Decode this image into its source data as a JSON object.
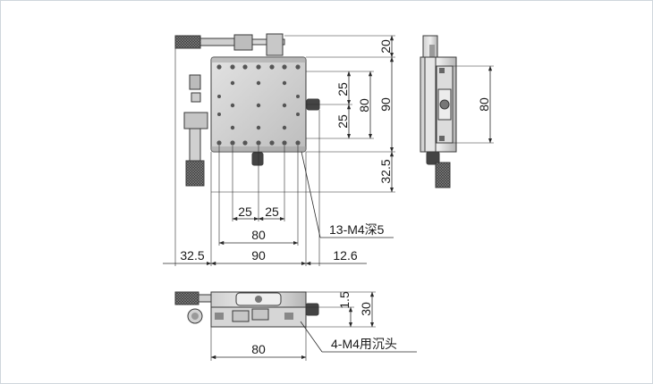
{
  "title": "",
  "colors": {
    "metal_light": "#d9d9d9",
    "metal_mid": "#b9b9b9",
    "metal_dark": "#6f6f6f",
    "knurl": "#3b3b3b",
    "line": "#2a2a2a",
    "frame": "#cfd6dc"
  },
  "top_view": {
    "dims_right": [
      "20",
      "25",
      "25",
      "80",
      "90",
      "32.5"
    ],
    "dims_bottom": [
      "25",
      "25",
      "80",
      "90",
      "32.5",
      "12.6"
    ],
    "hole_note": "13-M4深5"
  },
  "side_view": {
    "dim_right": "80"
  },
  "front_view": {
    "dims_right": [
      "1.5",
      "30"
    ],
    "dim_bottom": "80",
    "hole_note": "4-M4用沉头"
  }
}
